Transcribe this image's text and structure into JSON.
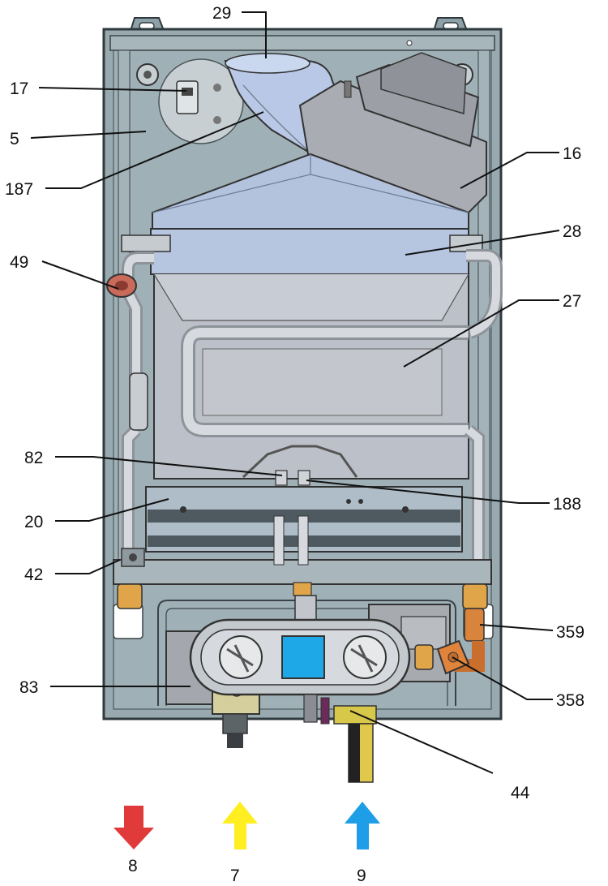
{
  "colors": {
    "background": "#ffffff",
    "frame": "#9eaeb4",
    "frame_dark": "#3a4448",
    "heat_exchanger": "#b8bcc4",
    "flue_hood": "#b3c2dc",
    "burner_plate": "#a9b9c6",
    "pipe": "#c8cbd0",
    "brass": "#d49a3a",
    "copper": "#d8823c",
    "screen": "#1ea8e8",
    "arrow_heating": "#e03a3a",
    "arrow_gas": "#ffee22",
    "arrow_water": "#1e9ee6",
    "leader_line": "#111111"
  },
  "callouts": [
    {
      "id": "29",
      "text": "29"
    },
    {
      "id": "17",
      "text": "17"
    },
    {
      "id": "5",
      "text": "5"
    },
    {
      "id": "187",
      "text": "187"
    },
    {
      "id": "16",
      "text": "16"
    },
    {
      "id": "49",
      "text": "49"
    },
    {
      "id": "28",
      "text": "28"
    },
    {
      "id": "27",
      "text": "27"
    },
    {
      "id": "82",
      "text": "82"
    },
    {
      "id": "188",
      "text": "188"
    },
    {
      "id": "20",
      "text": "20"
    },
    {
      "id": "42",
      "text": "42"
    },
    {
      "id": "359",
      "text": "359"
    },
    {
      "id": "83",
      "text": "83"
    },
    {
      "id": "358",
      "text": "358"
    },
    {
      "id": "44",
      "text": "44"
    },
    {
      "id": "8",
      "text": "8"
    },
    {
      "id": "7",
      "text": "7"
    },
    {
      "id": "9",
      "text": "9"
    }
  ],
  "icons": {
    "arrow_8": "arrow-down-icon",
    "arrow_7": "arrow-up-icon",
    "arrow_9": "arrow-up-icon"
  }
}
